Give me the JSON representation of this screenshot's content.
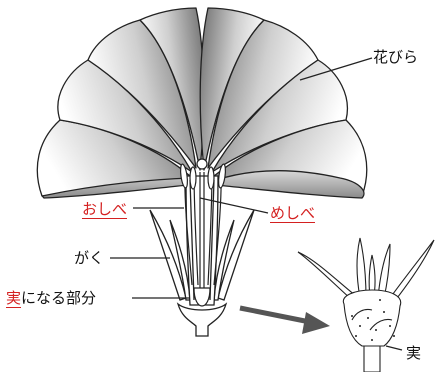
{
  "labels": {
    "petal": "花びら",
    "stamen": "おしべ",
    "pistil": "めしべ",
    "calyx": "がく",
    "ovary_prefix": "実",
    "ovary_suffix": "になる部分",
    "fruit": "実"
  },
  "colors": {
    "highlight": "#d42020",
    "line": "#222222",
    "petal_shade": "#7a7a7a",
    "arrow": "#555555"
  }
}
